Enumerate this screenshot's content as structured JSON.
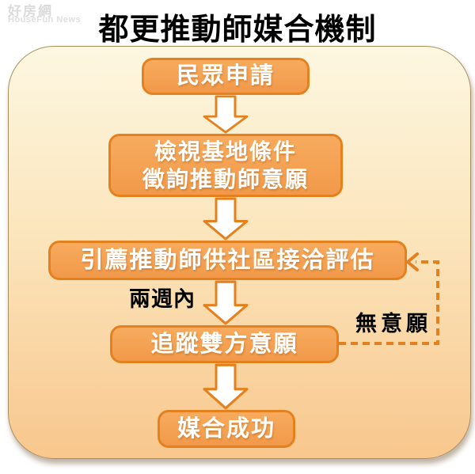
{
  "watermark": {
    "brand": "好房網",
    "subtitle": "HouseFun News"
  },
  "title": "都更推動師媒合機制",
  "flow": {
    "steps": [
      {
        "label": "民眾申請"
      },
      {
        "line1": "檢視基地條件",
        "line2": "徵詢推動師意願"
      },
      {
        "label": "引薦推動師供社區接洽評估"
      },
      {
        "label": "追蹤雙方意願"
      },
      {
        "label": "媒合成功"
      }
    ],
    "edge_labels": {
      "within_two_weeks": "兩週內",
      "no_willingness": "無意願"
    }
  },
  "colors": {
    "box_fill": "#f2994a",
    "box_border": "#e5801f",
    "box_text": "#ffffff",
    "panel_top": "#fdf7e1",
    "panel_bottom": "#f8c78d",
    "panel_border": "#a8905e",
    "arrow_fill": "#ffffff",
    "dashed_line": "#e5801f",
    "title_text": "#000000"
  }
}
